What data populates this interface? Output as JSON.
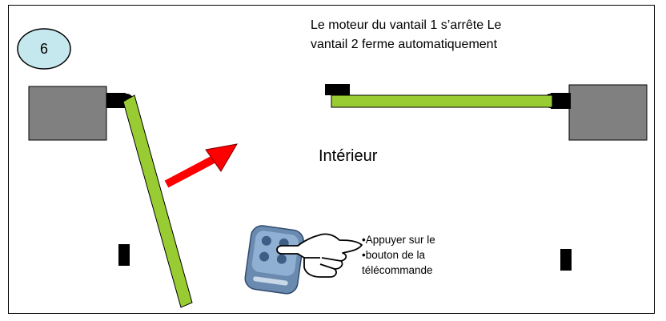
{
  "step": {
    "number": "6"
  },
  "caption": {
    "line1": "Le moteur du vantail 1 s’arrête Le",
    "line2": "vantail 2 ferme automatiquement"
  },
  "area_label": "Intérieur",
  "instruction": {
    "line1": "•Appuyer sur le",
    "line2": "•bouton de la",
    "line3": "télécommande"
  },
  "colors": {
    "gate_leaf": "#99cc33",
    "motor_box": "#808080",
    "arrow": "#ff0000",
    "step_circle": "#c5e8ee",
    "remote": "#6a8ab0"
  }
}
